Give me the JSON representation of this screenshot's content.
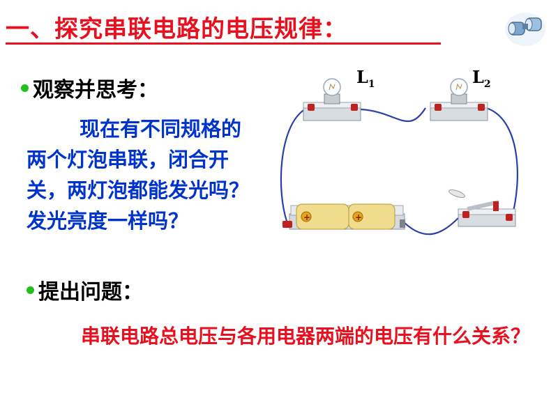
{
  "title": "一、探究串联电路的电压规律：",
  "section1": {
    "heading": "观察并思考："
  },
  "question": "现在有不同规格的两个灯泡串联，闭合开关，两灯泡都能发光吗？发光亮度一样吗？",
  "section2": {
    "heading": "提出问题："
  },
  "problem": "串联电路总电压与各用电器两端的电压有什么关系？",
  "circuit": {
    "lamp1": {
      "label": "L",
      "subscript": "1"
    },
    "lamp2": {
      "label": "L",
      "subscript": "2"
    }
  },
  "colors": {
    "title": "#e8101e",
    "question": "#0033cc",
    "problem": "#e8101e",
    "bullet": "#22c01a",
    "wire": "#2a3fa8"
  },
  "icons": [
    "binoculars-icon",
    "bullet-icon",
    "battery-icon",
    "lamp-icon",
    "switch-icon"
  ]
}
